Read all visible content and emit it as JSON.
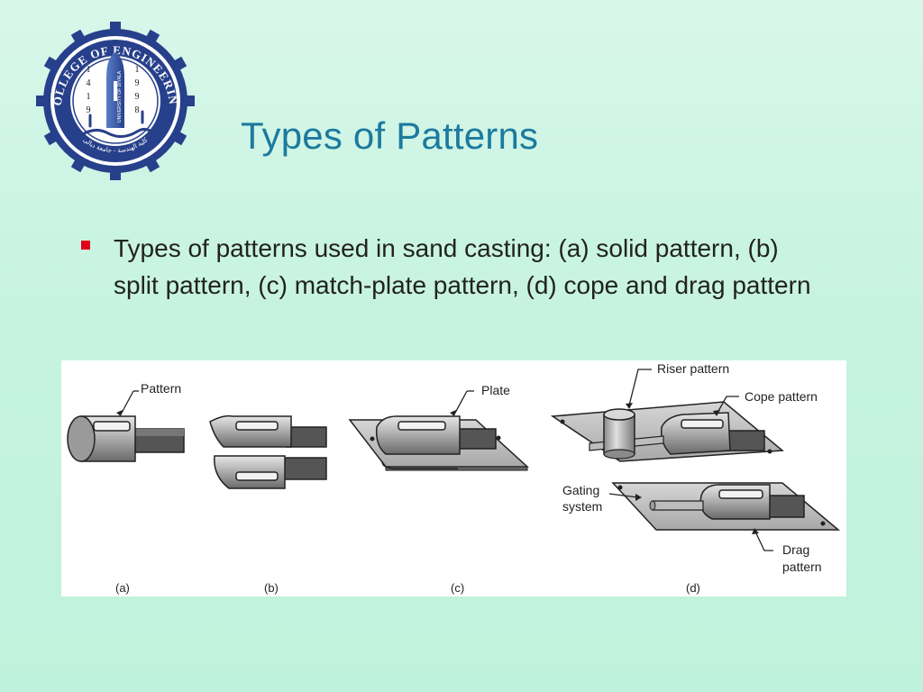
{
  "logo": {
    "ring_text": "COLLEGE OF ENGINEERING",
    "year_left": [
      "1",
      "4",
      "1",
      "9"
    ],
    "year_right": [
      "1",
      "9",
      "9",
      "8"
    ],
    "tower_text": "UNIVERSITY OF DIYALA",
    "bottom_text": "كلية الهندسة - جامعة ديالى"
  },
  "slide": {
    "title": "Types of Patterns",
    "bullet": "Types of patterns used in sand casting: (a) solid pattern, (b) split pattern, (c) match-plate pattern, (d) cope and drag pattern"
  },
  "figure": {
    "labels": {
      "pattern": "Pattern",
      "plate": "Plate",
      "riser_pattern": "Riser pattern",
      "cope_pattern": "Cope pattern",
      "gating_line1": "Gating",
      "gating_line2": "system",
      "drag_line1": "Drag",
      "drag_line2": "pattern"
    },
    "captions": {
      "a": "(a)",
      "b": "(b)",
      "c": "(c)",
      "d": "(d)"
    }
  },
  "colors": {
    "title": "#1c7a9e",
    "bullet": "#e0001a",
    "logo_blue": "#27408b"
  }
}
